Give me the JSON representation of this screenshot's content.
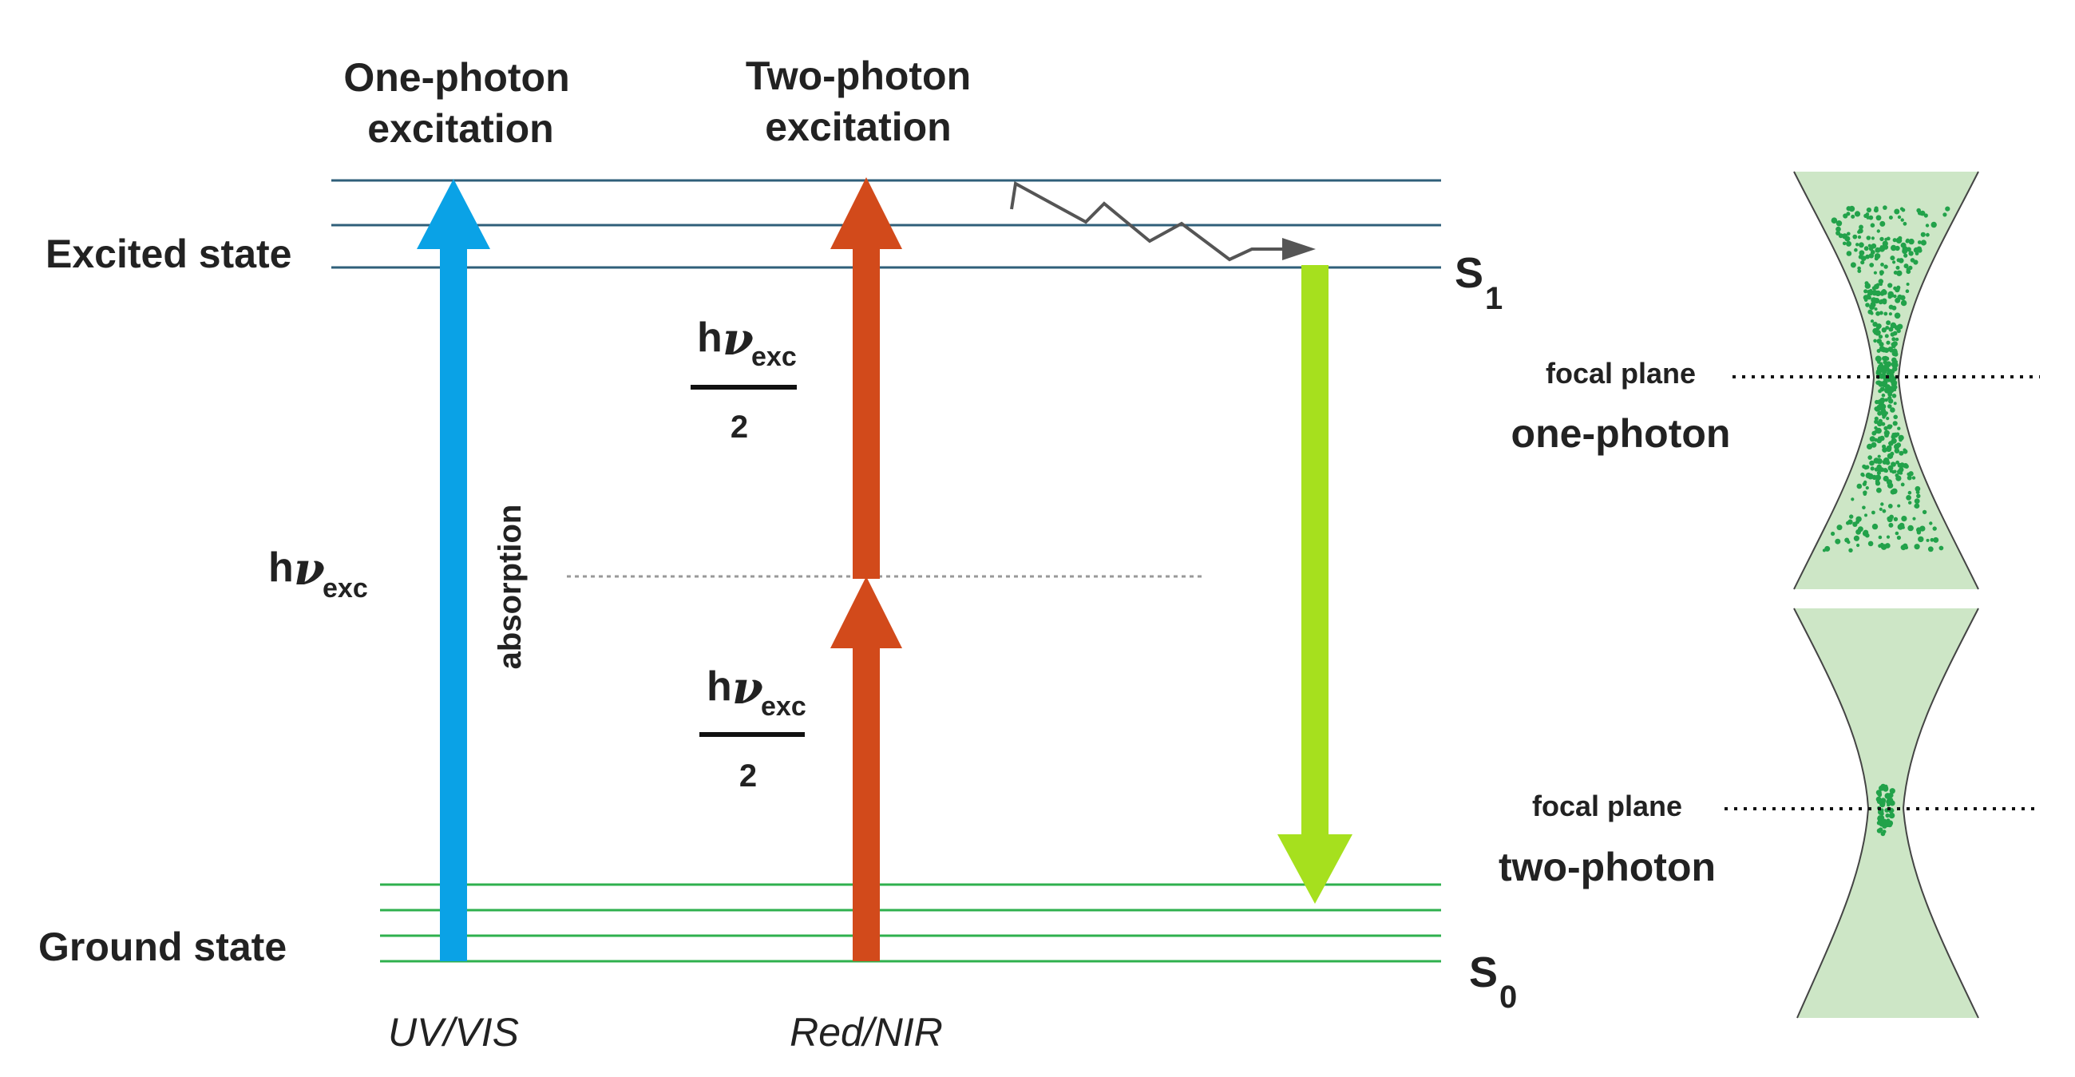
{
  "headers": {
    "one_photon_line1": "One-photon",
    "one_photon_line2": "excitation",
    "two_photon_line1": "Two-photon",
    "two_photon_line2": "excitation"
  },
  "levels": {
    "excited": "Excited state",
    "ground": "Ground state",
    "s1_main": "S",
    "s1_sub": "1",
    "s0_main": "S",
    "s0_sub": "0"
  },
  "energy": {
    "h": "h",
    "nu": "ν",
    "exc": "exc",
    "denominator": "2"
  },
  "absorption": "absorption",
  "wavelengths": {
    "left": "UV/VIS",
    "middle": "Red/NIR"
  },
  "focus": {
    "focal_plane_top": "focal plane",
    "one_photon_label": "one-photon",
    "focal_plane_bottom": "focal plane",
    "two_photon_label": "two-photon"
  },
  "colors": {
    "uv_arrow": "#0aa2e6",
    "nir_arrow": "#d24a1b",
    "emission_arrow": "#a6e01e",
    "excited_lines": "#2f5f7a",
    "ground_lines": "#2fb04e",
    "cone_fill": "#cde6c6",
    "fluor_dots": "#22a24a"
  }
}
